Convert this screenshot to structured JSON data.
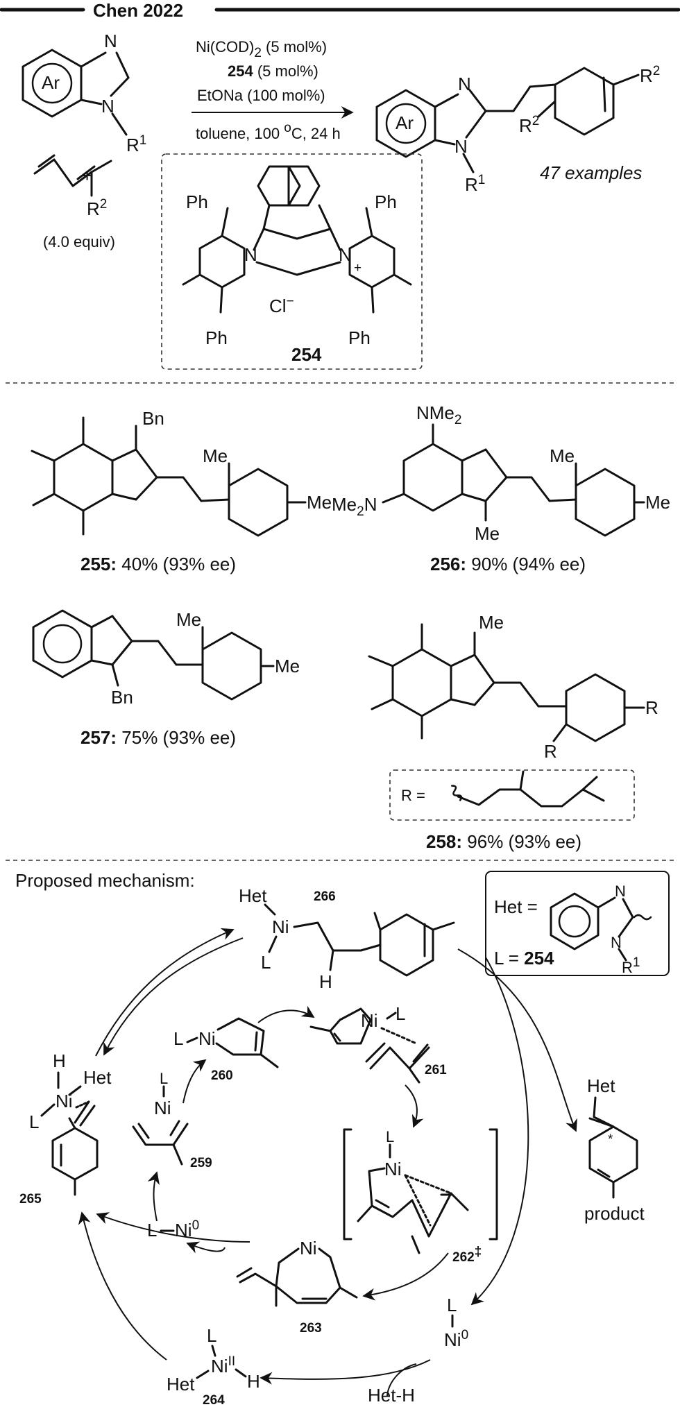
{
  "header": {
    "title": "Chen 2022"
  },
  "reaction": {
    "ar": "Ar",
    "n": "N",
    "r1": "R",
    "r1_sup": "1",
    "plus": "+",
    "r2": "R",
    "r2_sup": "2",
    "diene_equiv": "(4.0 equiv)",
    "cond_1_a": "Ni(COD)",
    "cond_1_sub": "2",
    "cond_1_b": " (5 mol%)",
    "cond_2_num": "254",
    "cond_2_rest": " (5 mol%)",
    "cond_3": "EtONa (100 mol%)",
    "cond_4_a": "toluene, 100 ",
    "cond_4_sup": "o",
    "cond_4_b": "C, 24 h",
    "examples": "47 examples"
  },
  "ligand": {
    "ph": "Ph",
    "cl": "Cl",
    "cl_sup": "−",
    "plus_sup": "+",
    "label": "254"
  },
  "products": [
    {
      "id": "255",
      "substituent_top": "Bn",
      "me": "Me",
      "yield": "40% (93% ee)"
    },
    {
      "id": "256",
      "nme2_top": "NMe",
      "nme2_bottom": "Me",
      "n_me": "Me",
      "me": "Me",
      "yield": "90% (94% ee)"
    },
    {
      "id": "257",
      "substituent": "Bn",
      "me": "Me",
      "yield": "75% (93% ee)"
    },
    {
      "id": "258",
      "me": "Me",
      "r": "R",
      "r_def": "R =",
      "yield": "96% (93% ee)"
    }
  ],
  "mechanism": {
    "title": "Proposed mechanism:",
    "het_def": "Het =",
    "l_def_a": "L = ",
    "l_def_b": "254",
    "het": "Het",
    "ni": "Ni",
    "l": "L",
    "h": "H",
    "ni0_sup": "0",
    "niII_sup": "II",
    "het_h": "Het-H",
    "product": "product",
    "star": "*",
    "dagger": "‡",
    "labels": {
      "c259": "259",
      "c260": "260",
      "c261": "261",
      "c262": "262",
      "c263": "263",
      "c264": "264",
      "c265": "265",
      "c266": "266"
    }
  }
}
